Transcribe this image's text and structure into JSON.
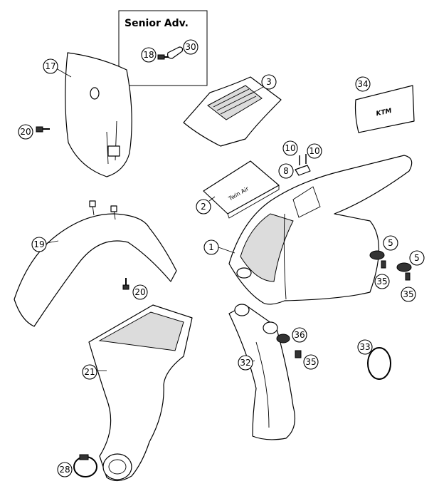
{
  "subassembly_box": {
    "title": "Senior Adv."
  },
  "filter_box_label": "Twin Air",
  "logo_text": "KTM",
  "callouts": {
    "c1": "1",
    "c2": "2",
    "c3": "3",
    "c5a": "5",
    "c5b": "5",
    "c8": "8",
    "c10a": "10",
    "c10b": "10",
    "c17": "17",
    "c18": "18",
    "c19": "19",
    "c20a": "20",
    "c20b": "20",
    "c21": "21",
    "c28": "28",
    "c30": "30",
    "c32": "32",
    "c33": "33",
    "c34": "34",
    "c35a": "35",
    "c35b": "35",
    "c35c": "35",
    "c36": "36"
  }
}
